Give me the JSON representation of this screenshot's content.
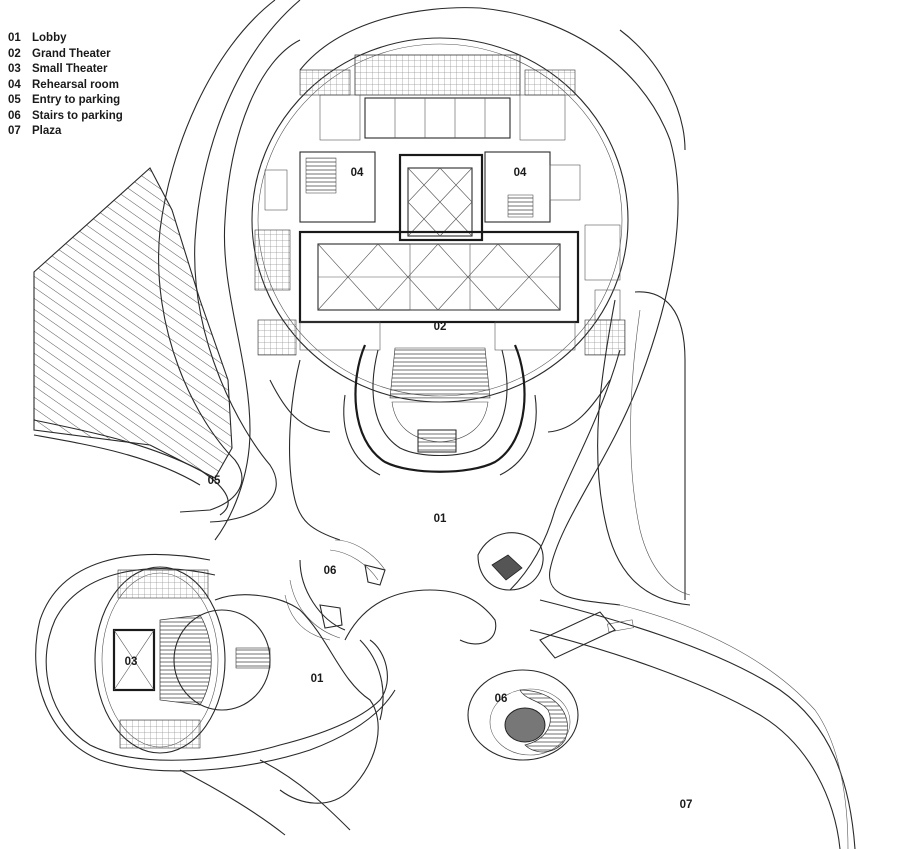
{
  "legend": [
    {
      "num": "01",
      "name": "Lobby"
    },
    {
      "num": "02",
      "name": "Grand Theater"
    },
    {
      "num": "03",
      "name": "Small Theater"
    },
    {
      "num": "04",
      "name": "Rehearsal room"
    },
    {
      "num": "05",
      "name": "Entry to parking"
    },
    {
      "num": "06",
      "name": "Stairs to parking"
    },
    {
      "num": "07",
      "name": "Plaza"
    }
  ],
  "plan_labels": {
    "rehearsal_left": "04",
    "rehearsal_right": "04",
    "grand_theater": "02",
    "lobby_upper": "01",
    "lobby_lower": "01",
    "parking_entry": "05",
    "stairs_left": "06",
    "stairs_right": "06",
    "small_theater": "03",
    "plaza": "07"
  }
}
